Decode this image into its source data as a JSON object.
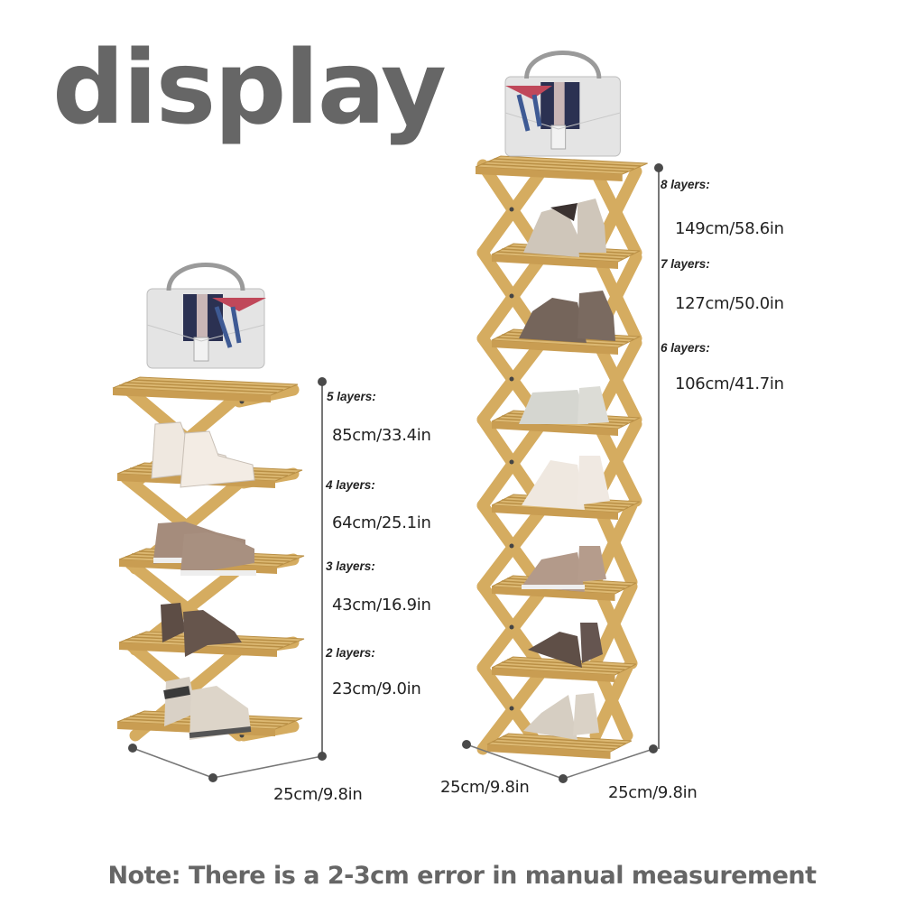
{
  "title": "display",
  "colors": {
    "title": "#666666",
    "wood": "#d9b36a",
    "wood_dark": "#b98f45",
    "dimension_line": "#777777",
    "dimension_dot": "#4a4a4a",
    "note": "#666666"
  },
  "rack_small": {
    "layers": 5,
    "height_labels": [
      {
        "layers": "5 layers:",
        "measure": "85cm/33.4in"
      },
      {
        "layers": "4 layers:",
        "measure": "64cm/25.1in"
      },
      {
        "layers": "3 layers:",
        "measure": "43cm/16.9in"
      },
      {
        "layers": "2 layers:",
        "measure": "23cm/9.0in"
      }
    ],
    "width_label": "25cm/9.8in"
  },
  "rack_large": {
    "layers": 8,
    "height_labels": [
      {
        "layers": "8 layers:",
        "measure": "149cm/58.6in"
      },
      {
        "layers": "7 layers:",
        "measure": "127cm/50.0in"
      },
      {
        "layers": "6 layers:",
        "measure": "106cm/41.7in"
      }
    ],
    "width_label_left": "25cm/9.8in",
    "width_label_right": "25cm/9.8in"
  },
  "items": {
    "top_item": "handbag",
    "shoe_types": [
      "sneakers",
      "canvas-shoes",
      "heels",
      "boots"
    ]
  },
  "note": "Note: There is a 2-3cm error in manual measurement"
}
